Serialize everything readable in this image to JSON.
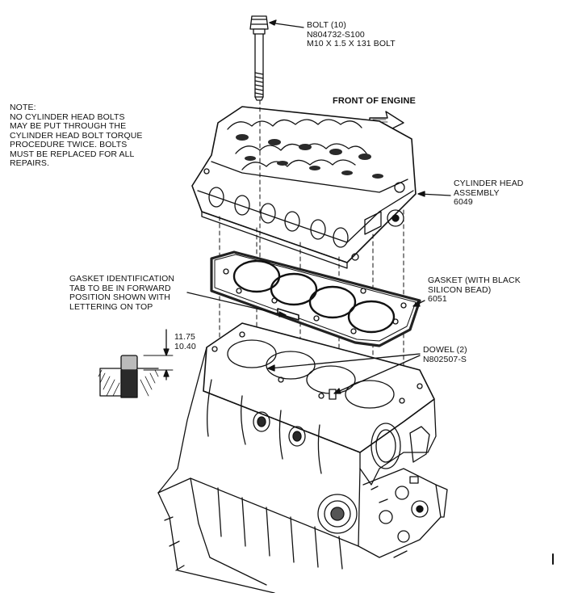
{
  "note": {
    "lines": [
      "NOTE:",
      "NO CYLINDER HEAD BOLTS",
      "MAY BE PUT THROUGH THE",
      "CYLINDER HEAD BOLT TORQUE",
      "PROCEDURE TWICE. BOLTS",
      "MUST BE REPLACED FOR ALL",
      "REPAIRS."
    ]
  },
  "callouts": {
    "bolt": [
      "BOLT (10)",
      "N804732-S100",
      "M10 X 1.5 X 131 BOLT"
    ],
    "front": [
      "FRONT OF ENGINE"
    ],
    "cylinder_head": [
      "CYLINDER HEAD",
      "ASSEMBLY",
      "6049"
    ],
    "gasket_tab": [
      "GASKET IDENTIFICATION",
      "TAB TO BE IN FORWARD",
      "POSITION SHOWN WITH",
      "LETTERING ON TOP"
    ],
    "gasket": [
      "GASKET (WITH BLACK",
      "SILICON BEAD)",
      "6051"
    ],
    "dowel": [
      "DOWEL (2)",
      "N802507-S"
    ],
    "dimension": [
      "11.75",
      "10.40"
    ]
  },
  "colors": {
    "ink": "#111111",
    "background": "#ffffff",
    "shade": "#3a3a3a"
  }
}
